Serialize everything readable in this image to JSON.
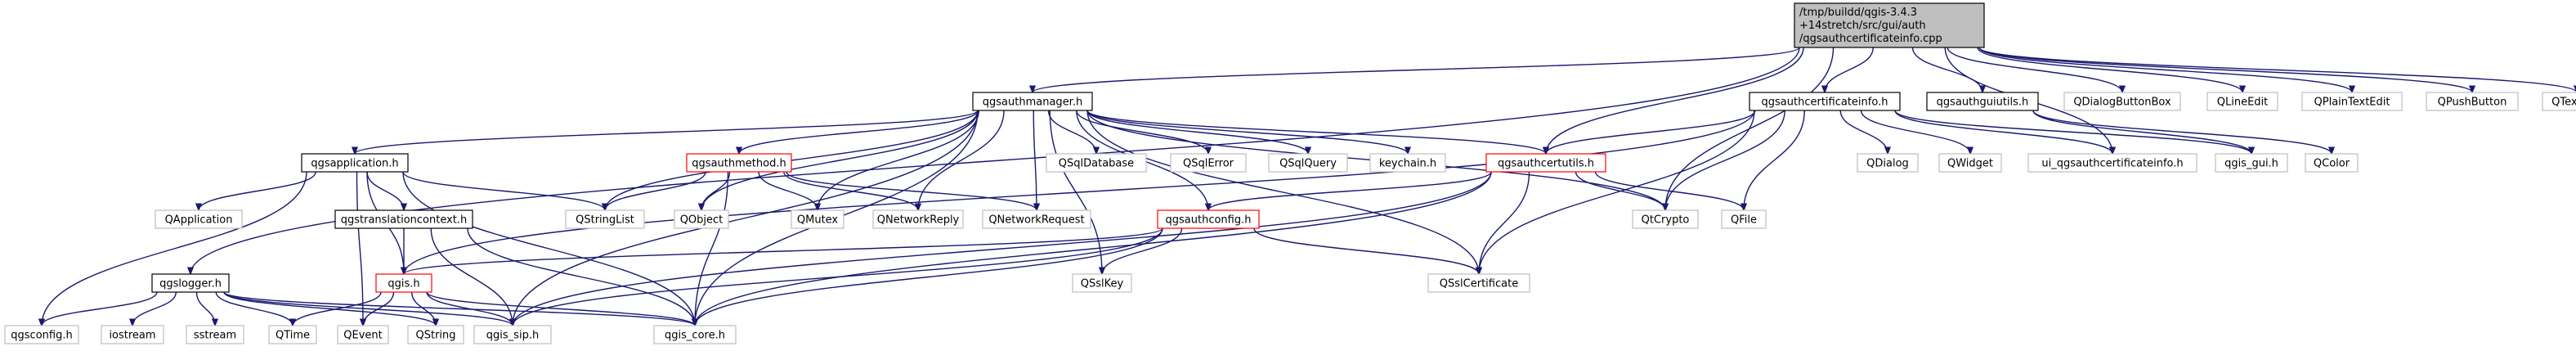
{
  "nodes": [
    {
      "id": "root",
      "label": "/tmp/buildd/qgis-3.4.3\n+14stretch/src/gui/auth\n/qgsauthcertificateinfo.cpp",
      "style": "root"
    },
    {
      "id": "qgsauthmanager",
      "label": "qgsauthmanager.h",
      "style": "normal"
    },
    {
      "id": "qgsauthcertificateinfo_h",
      "label": "qgsauthcertificateinfo.h",
      "style": "normal"
    },
    {
      "id": "qgsauthguiutils",
      "label": "qgsauthguiutils.h",
      "style": "normal"
    },
    {
      "id": "QDialogButtonBox",
      "label": "QDialogButtonBox",
      "style": "external"
    },
    {
      "id": "QLineEdit",
      "label": "QLineEdit",
      "style": "external"
    },
    {
      "id": "QPlainTextEdit",
      "label": "QPlainTextEdit",
      "style": "external"
    },
    {
      "id": "QPushButton",
      "label": "QPushButton",
      "style": "external"
    },
    {
      "id": "QTextEdit",
      "label": "QTextEdit",
      "style": "external"
    },
    {
      "id": "qgsapplication",
      "label": "qgsapplication.h",
      "style": "normal"
    },
    {
      "id": "qgsauthmethod",
      "label": "qgsauthmethod.h",
      "style": "red"
    },
    {
      "id": "QSqlDatabase",
      "label": "QSqlDatabase",
      "style": "external"
    },
    {
      "id": "QSqlError",
      "label": "QSqlError",
      "style": "external"
    },
    {
      "id": "QSqlQuery",
      "label": "QSqlQuery",
      "style": "external"
    },
    {
      "id": "keychain",
      "label": "keychain.h",
      "style": "external"
    },
    {
      "id": "qgsauthcertutils",
      "label": "qgsauthcertutils.h",
      "style": "red"
    },
    {
      "id": "QDialog",
      "label": "QDialog",
      "style": "external"
    },
    {
      "id": "QWidget",
      "label": "QWidget",
      "style": "external"
    },
    {
      "id": "ui_qgsauthcertificateinfo",
      "label": "ui_qgsauthcertificateinfo.h",
      "style": "external"
    },
    {
      "id": "qgis_gui",
      "label": "qgis_gui.h",
      "style": "external"
    },
    {
      "id": "QColor",
      "label": "QColor",
      "style": "external"
    },
    {
      "id": "QApplication",
      "label": "QApplication",
      "style": "external"
    },
    {
      "id": "qgstranslationcontext",
      "label": "qgstranslationcontext.h",
      "style": "normal"
    },
    {
      "id": "QStringList",
      "label": "QStringList",
      "style": "external"
    },
    {
      "id": "QObject",
      "label": "QObject",
      "style": "external"
    },
    {
      "id": "QMutex",
      "label": "QMutex",
      "style": "external"
    },
    {
      "id": "QNetworkReply",
      "label": "QNetworkReply",
      "style": "external"
    },
    {
      "id": "QNetworkRequest",
      "label": "QNetworkRequest",
      "style": "external"
    },
    {
      "id": "QtCrypto",
      "label": "QtCrypto",
      "style": "external"
    },
    {
      "id": "QFile",
      "label": "QFile",
      "style": "external"
    },
    {
      "id": "qgsauthconfig",
      "label": "qgsauthconfig.h",
      "style": "red"
    },
    {
      "id": "qgslogger",
      "label": "qgslogger.h",
      "style": "normal"
    },
    {
      "id": "qgis_h",
      "label": "qgis.h",
      "style": "red"
    },
    {
      "id": "QSslKey",
      "label": "QSslKey",
      "style": "external"
    },
    {
      "id": "QSslCertificate",
      "label": "QSslCertificate",
      "style": "external"
    },
    {
      "id": "qgsconfig",
      "label": "qgsconfig.h",
      "style": "external"
    },
    {
      "id": "iostream",
      "label": "iostream",
      "style": "external"
    },
    {
      "id": "sstream",
      "label": "sstream",
      "style": "external"
    },
    {
      "id": "QTime",
      "label": "QTime",
      "style": "external"
    },
    {
      "id": "QEvent",
      "label": "QEvent",
      "style": "external"
    },
    {
      "id": "QString",
      "label": "QString",
      "style": "external"
    },
    {
      "id": "qgis_sip",
      "label": "qgis_sip.h",
      "style": "external"
    },
    {
      "id": "qgis_core",
      "label": "qgis_core.h",
      "style": "external"
    }
  ],
  "edges": [
    [
      "root",
      "qgsauthmanager"
    ],
    [
      "root",
      "qgsauthcertificateinfo_h"
    ],
    [
      "root",
      "qgsauthguiutils"
    ],
    [
      "root",
      "QDialogButtonBox"
    ],
    [
      "root",
      "QLineEdit"
    ],
    [
      "root",
      "QPlainTextEdit"
    ],
    [
      "root",
      "QPushButton"
    ],
    [
      "root",
      "QTextEdit"
    ],
    [
      "root",
      "qgsauthcertutils"
    ],
    [
      "root",
      "QtCrypto"
    ],
    [
      "root",
      "qgslogger"
    ],
    [
      "root",
      "ui_qgsauthcertificateinfo"
    ],
    [
      "qgsauthmanager",
      "qgsapplication"
    ],
    [
      "qgsauthmanager",
      "qgsauthmethod"
    ],
    [
      "qgsauthmanager",
      "QSqlDatabase"
    ],
    [
      "qgsauthmanager",
      "QSqlError"
    ],
    [
      "qgsauthmanager",
      "QSqlQuery"
    ],
    [
      "qgsauthmanager",
      "keychain"
    ],
    [
      "qgsauthmanager",
      "qgsauthcertutils"
    ],
    [
      "qgsauthmanager",
      "QtCrypto"
    ],
    [
      "qgsauthmanager",
      "qgsauthconfig"
    ],
    [
      "qgsauthmanager",
      "QStringList"
    ],
    [
      "qgsauthmanager",
      "QObject"
    ],
    [
      "qgsauthmanager",
      "QMutex"
    ],
    [
      "qgsauthmanager",
      "QNetworkReply"
    ],
    [
      "qgsauthmanager",
      "QNetworkRequest"
    ],
    [
      "qgsauthmanager",
      "QSslCertificate"
    ],
    [
      "qgsauthmanager",
      "QSslKey"
    ],
    [
      "qgsauthmanager",
      "qgis_sip"
    ],
    [
      "qgsauthmanager",
      "qgis_core"
    ],
    [
      "qgsauthcertificateinfo_h",
      "qgsauthcertutils"
    ],
    [
      "qgsauthcertificateinfo_h",
      "QDialog"
    ],
    [
      "qgsauthcertificateinfo_h",
      "QWidget"
    ],
    [
      "qgsauthcertificateinfo_h",
      "ui_qgsauthcertificateinfo"
    ],
    [
      "qgsauthcertificateinfo_h",
      "qgis_gui"
    ],
    [
      "qgsauthcertificateinfo_h",
      "QtCrypto"
    ],
    [
      "qgsauthcertificateinfo_h",
      "QFile"
    ],
    [
      "qgsauthcertificateinfo_h",
      "QSslCertificate"
    ],
    [
      "qgsauthcertificateinfo_h",
      "qgis_h"
    ],
    [
      "qgsauthguiutils",
      "QColor"
    ],
    [
      "qgsauthguiutils",
      "qgis_gui"
    ],
    [
      "qgsapplication",
      "QApplication"
    ],
    [
      "qgsapplication",
      "qgstranslationcontext"
    ],
    [
      "qgsapplication",
      "QStringList"
    ],
    [
      "qgsapplication",
      "qgis_h"
    ],
    [
      "qgsapplication",
      "qgsconfig"
    ],
    [
      "qgsapplication",
      "QEvent"
    ],
    [
      "qgsapplication",
      "qgis_core"
    ],
    [
      "qgsauthmethod",
      "QObject"
    ],
    [
      "qgsauthmethod",
      "QMutex"
    ],
    [
      "qgsauthmethod",
      "QNetworkReply"
    ],
    [
      "qgsauthmethod",
      "QNetworkRequest"
    ],
    [
      "qgsauthmethod",
      "QStringList"
    ],
    [
      "qgsauthmethod",
      "qgis_core"
    ],
    [
      "qgsauthcertutils",
      "QtCrypto"
    ],
    [
      "qgsauthcertutils",
      "QFile"
    ],
    [
      "qgsauthcertutils",
      "qgsauthconfig"
    ],
    [
      "qgsauthcertutils",
      "QSslCertificate"
    ],
    [
      "qgsauthcertutils",
      "qgis_sip"
    ],
    [
      "qgsauthcertutils",
      "qgis_core"
    ],
    [
      "qgsauthconfig",
      "QSslKey"
    ],
    [
      "qgsauthconfig",
      "QSslCertificate"
    ],
    [
      "qgsauthconfig",
      "qgis_h"
    ],
    [
      "qgsauthconfig",
      "qgis_sip"
    ],
    [
      "qgsauthconfig",
      "qgis_core"
    ],
    [
      "qgstranslationcontext",
      "qgis_h"
    ],
    [
      "qgstranslationcontext",
      "qgis_sip"
    ],
    [
      "qgstranslationcontext",
      "qgis_core"
    ],
    [
      "qgslogger",
      "qgsconfig"
    ],
    [
      "qgslogger",
      "iostream"
    ],
    [
      "qgslogger",
      "sstream"
    ],
    [
      "qgslogger",
      "QTime"
    ],
    [
      "qgslogger",
      "QString"
    ],
    [
      "qgslogger",
      "qgis_core"
    ],
    [
      "qgslogger",
      "qgis_sip"
    ],
    [
      "qgis_h",
      "QTime"
    ],
    [
      "qgis_h",
      "QEvent"
    ],
    [
      "qgis_h",
      "QString"
    ],
    [
      "qgis_h",
      "qgis_sip"
    ],
    [
      "qgis_h",
      "qgis_core"
    ]
  ],
  "colors": {
    "edge": "#191970",
    "root_fill": "#bfbfbf",
    "normal_border": "#000000",
    "red_border": "#ff0000",
    "external_border": "#bfbfbf"
  }
}
